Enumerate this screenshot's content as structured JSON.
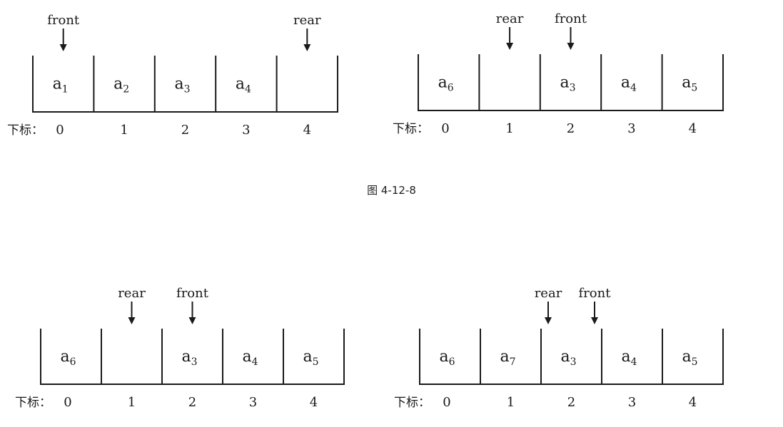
{
  "caption": "图 4-12-8",
  "index_label": "下标：",
  "indices": [
    "0",
    "1",
    "2",
    "3",
    "4"
  ],
  "diagrams": [
    {
      "cells": [
        {
          "base": "a",
          "sub": "1"
        },
        {
          "base": "a",
          "sub": "2"
        },
        {
          "base": "a",
          "sub": "3"
        },
        {
          "base": "a",
          "sub": "4"
        },
        {
          "base": "",
          "sub": ""
        }
      ],
      "pointers": [
        {
          "label": "front",
          "index": 0,
          "offset": "center"
        },
        {
          "label": "rear",
          "index": 4,
          "offset": "center"
        }
      ]
    },
    {
      "cells": [
        {
          "base": "a",
          "sub": "6"
        },
        {
          "base": "",
          "sub": ""
        },
        {
          "base": "a",
          "sub": "3"
        },
        {
          "base": "a",
          "sub": "4"
        },
        {
          "base": "a",
          "sub": "5"
        }
      ],
      "pointers": [
        {
          "label": "rear",
          "index": 1,
          "offset": "center"
        },
        {
          "label": "front",
          "index": 2,
          "offset": "center"
        }
      ]
    },
    {
      "cells": [
        {
          "base": "a",
          "sub": "6"
        },
        {
          "base": "",
          "sub": ""
        },
        {
          "base": "a",
          "sub": "3"
        },
        {
          "base": "a",
          "sub": "4"
        },
        {
          "base": "a",
          "sub": "5"
        }
      ],
      "pointers": [
        {
          "label": "rear",
          "index": 1,
          "offset": "center"
        },
        {
          "label": "front",
          "index": 2,
          "offset": "center"
        }
      ]
    },
    {
      "cells": [
        {
          "base": "a",
          "sub": "6"
        },
        {
          "base": "a",
          "sub": "7"
        },
        {
          "base": "a",
          "sub": "3"
        },
        {
          "base": "a",
          "sub": "4"
        },
        {
          "base": "a",
          "sub": "5"
        }
      ],
      "pointers": [
        {
          "label": "rear",
          "index": 2,
          "offset": "left"
        },
        {
          "label": "front",
          "index": 2,
          "offset": "right"
        }
      ]
    }
  ]
}
